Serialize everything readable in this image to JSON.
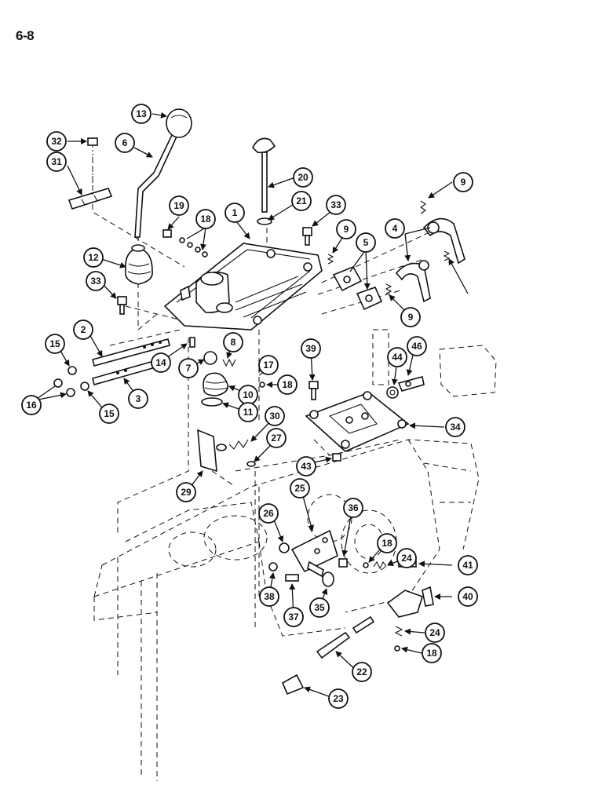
{
  "page": {
    "number": "6-8"
  },
  "callouts": [
    "13",
    "6",
    "32",
    "31",
    "19",
    "18",
    "1",
    "20",
    "21",
    "33",
    "9",
    "4",
    "12",
    "33",
    "9",
    "5",
    "9",
    "2",
    "15",
    "16",
    "3",
    "15",
    "14",
    "8",
    "7",
    "17",
    "18",
    "10",
    "11",
    "39",
    "44",
    "46",
    "34",
    "30",
    "27",
    "29",
    "43",
    "26",
    "25",
    "36",
    "18",
    "24",
    "41",
    "38",
    "37",
    "35",
    "40",
    "24",
    "18",
    "22",
    "23"
  ],
  "icons": {
    "callout": "part-number-callout",
    "arrow": "leader-arrow"
  }
}
